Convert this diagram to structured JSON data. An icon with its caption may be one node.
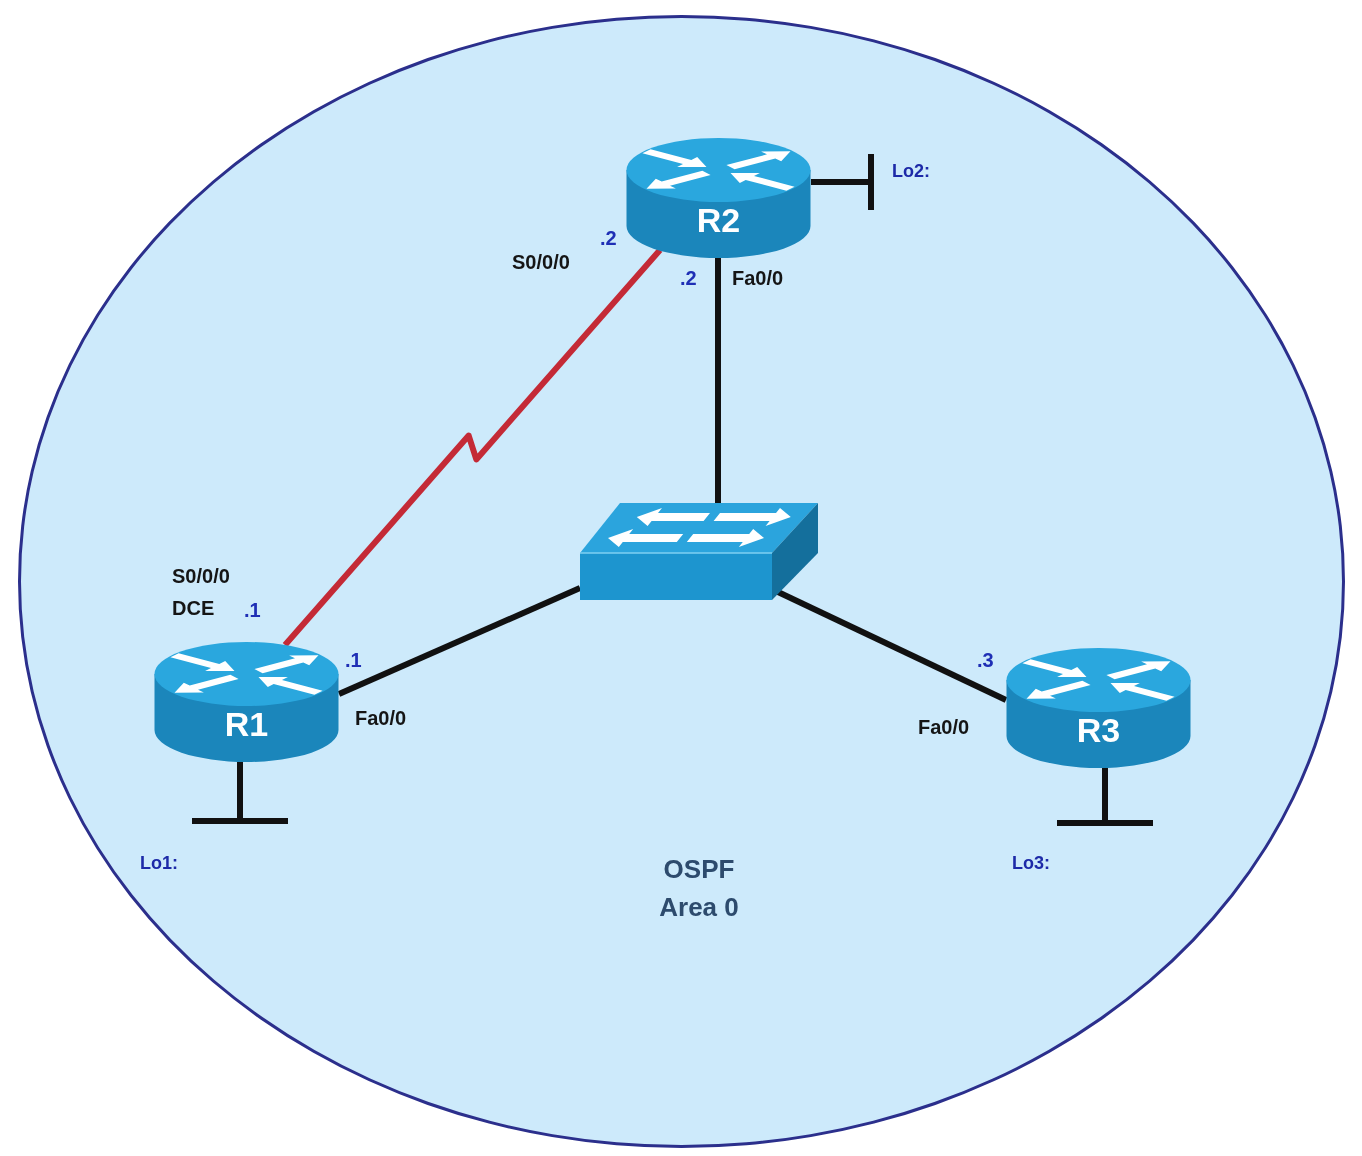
{
  "diagram": {
    "nodes": [
      {
        "text": [
          "OSPF Area 0"
        ]
      },
      {
        "text": [
          "R2"
        ],
        "in": 0,
        "beside": [
          ".2",
          "S0/0/0",
          ".2",
          "Fa0/0"
        ]
      },
      {
        "text": [],
        "shape": "bar",
        "beside": [
          "Lo2:"
        ],
        "in": 0
      },
      {
        "text": [],
        "shape": "picture",
        "in": 0
      },
      {
        "text": [
          "R1"
        ],
        "in": 0,
        "beside": [
          "S0/0/0 DCE",
          ".1",
          ".1",
          "Fa0/0"
        ]
      },
      {
        "text": [
          "R3"
        ],
        "in": 0,
        "beside": [
          ".3",
          "Fa0/0"
        ]
      },
      {
        "text": [],
        "shape": "bar",
        "beside": [
          "Lo1:"
        ],
        "in": 0
      },
      {
        "text": [],
        "shape": "bar",
        "beside": [
          "Lo3:"
        ],
        "in": 0
      }
    ],
    "edges": [
      {
        "from": 4,
        "to": 1,
        "arrow": "none",
        "color": "#c42a36"
      },
      {
        "from": 1,
        "to": 3,
        "arrow": "none"
      },
      {
        "from": 1,
        "to": 2,
        "arrow": "none"
      },
      {
        "from": 4,
        "to": 3,
        "arrow": "none"
      },
      {
        "from": 3,
        "to": 5,
        "arrow": "none"
      },
      {
        "from": 4,
        "to": 6,
        "arrow": "none"
      },
      {
        "from": 5,
        "to": 7,
        "arrow": "none"
      }
    ]
  }
}
